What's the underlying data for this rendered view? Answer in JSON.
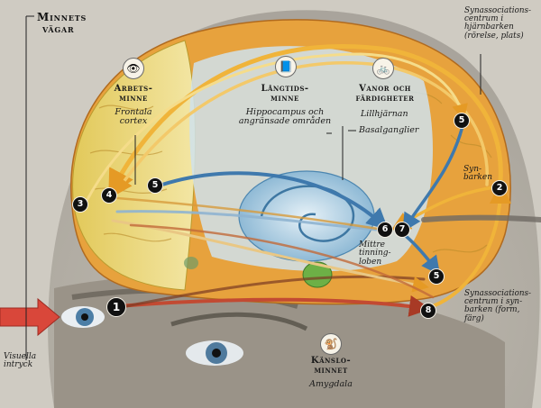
{
  "title": [
    "Minnets",
    "vägar"
  ],
  "labels": {
    "arbetsminne": [
      "Arbets-",
      "minne"
    ],
    "frontala": [
      "Frontala",
      "cortex"
    ],
    "langtids": [
      "Långtids-",
      "minne"
    ],
    "hippocampus": [
      "Hippocampus och",
      "angränsade områden"
    ],
    "vanor": [
      "Vanor och",
      "färdigheter"
    ],
    "lillhjarnan": "Lillhjärnan",
    "basalganglier": "Basalganglier",
    "synassoc_top": [
      "Synassociations-",
      "centrum i",
      "hjärnbarken",
      "(rörelse, plats)"
    ],
    "synbarken": [
      "Syn-",
      "barken"
    ],
    "mittre": [
      "Mittre",
      "tinning-",
      "loben"
    ],
    "synassoc_bottom": [
      "Synassociations-",
      "centrum i syn-",
      "barken (form,",
      "färg)"
    ],
    "kanslominnet": [
      "Känslo-",
      "minnet"
    ],
    "amygdala": "Amygdala",
    "visuella": [
      "Visuella",
      "intryck"
    ]
  },
  "markers": [
    "1",
    "2",
    "3",
    "4",
    "5",
    "5",
    "5",
    "6",
    "7",
    "8"
  ],
  "icons": {
    "arbetsminne": "ear-eye-icon",
    "langtids": "book-icon",
    "vanor": "cyclist-icon",
    "kanslominnet": "monkey-icon"
  },
  "colors": {
    "frontal": "#e9d36b",
    "cortex": "#e7a23d",
    "hippo": "#9fc7e0",
    "arrow_orange": "#f0b43a",
    "arrow_blue": "#5b94c4",
    "arrow_red": "#c24a32",
    "entry_arrow": "#d9473a"
  }
}
